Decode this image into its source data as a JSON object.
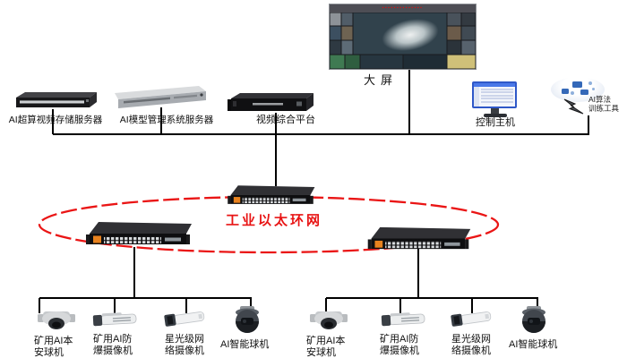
{
  "colors": {
    "line": "#000000",
    "ring": "#e81414",
    "label": "#111111",
    "switch_accent": "#e8821e"
  },
  "big_screen": {
    "label": "大屏",
    "header": "▪▪▪▪▪▪▪▪▪▪▪▪▪▪",
    "cells": [
      {
        "l": 0,
        "t": 0,
        "w": 13,
        "h": 15,
        "c": "#8d9298"
      },
      {
        "l": 13,
        "t": 0,
        "w": 13,
        "h": 15,
        "c": "#515d68"
      },
      {
        "l": 0,
        "t": 15,
        "w": 13,
        "h": 16,
        "c": "#3c4f60"
      },
      {
        "l": 13,
        "t": 15,
        "w": 13,
        "h": 16,
        "c": "#6e6352"
      },
      {
        "l": 0,
        "t": 31,
        "w": 13,
        "h": 16,
        "c": "#2e3942"
      },
      {
        "l": 13,
        "t": 31,
        "w": 13,
        "h": 16,
        "c": "#5d6b76"
      },
      {
        "l": 0,
        "t": 47,
        "w": 17,
        "h": 16,
        "c": "#3f7a52"
      },
      {
        "l": 17,
        "t": 47,
        "w": 17,
        "h": 16,
        "c": "#2f5e40"
      },
      {
        "l": 26,
        "t": 0,
        "w": 105,
        "h": 47,
        "c": "#31424c"
      },
      {
        "l": 34,
        "t": 47,
        "w": 48,
        "h": 16,
        "c": "#273640"
      },
      {
        "l": 82,
        "t": 47,
        "w": 49,
        "h": 16,
        "c": "#1f2c35"
      },
      {
        "l": 131,
        "t": 0,
        "w": 16,
        "h": 15,
        "c": "#49525b"
      },
      {
        "l": 147,
        "t": 0,
        "w": 16,
        "h": 15,
        "c": "#333a41"
      },
      {
        "l": 131,
        "t": 15,
        "w": 16,
        "h": 16,
        "c": "#6b5b4a"
      },
      {
        "l": 147,
        "t": 15,
        "w": 16,
        "h": 16,
        "c": "#404a53"
      },
      {
        "l": 131,
        "t": 31,
        "w": 16,
        "h": 16,
        "c": "#2b333a"
      },
      {
        "l": 147,
        "t": 31,
        "w": 16,
        "h": 16,
        "c": "#57626d"
      },
      {
        "l": 131,
        "t": 47,
        "w": 32,
        "h": 16,
        "c": "#cfc079"
      }
    ]
  },
  "nodes": {
    "storage": {
      "label": "AI超算视频存储服务器"
    },
    "model": {
      "label": "AI模型管理系统服务器"
    },
    "platform": {
      "label": "视频综合平台"
    },
    "control": {
      "label": "控制主机"
    },
    "cloud": {
      "line1": "AI算法",
      "line2": "训练工具"
    }
  },
  "ring": {
    "label": "工业以太环网"
  },
  "camera_groups": [
    {
      "cameras": [
        {
          "line1": "矿用AI本",
          "line2": "安球机"
        },
        {
          "line1": "矿用AI防",
          "line2": "爆摄像机"
        },
        {
          "line1": "星光级网",
          "line2": "络摄像机"
        },
        {
          "line1": "AI智能球机",
          "line2": ""
        }
      ]
    },
    {
      "cameras": [
        {
          "line1": "矿用AI本",
          "line2": "安球机"
        },
        {
          "line1": "矿用AI防",
          "line2": "爆摄像机"
        },
        {
          "line1": "星光级网",
          "line2": "络摄像机"
        },
        {
          "line1": "AI智能球机",
          "line2": ""
        }
      ]
    }
  ]
}
